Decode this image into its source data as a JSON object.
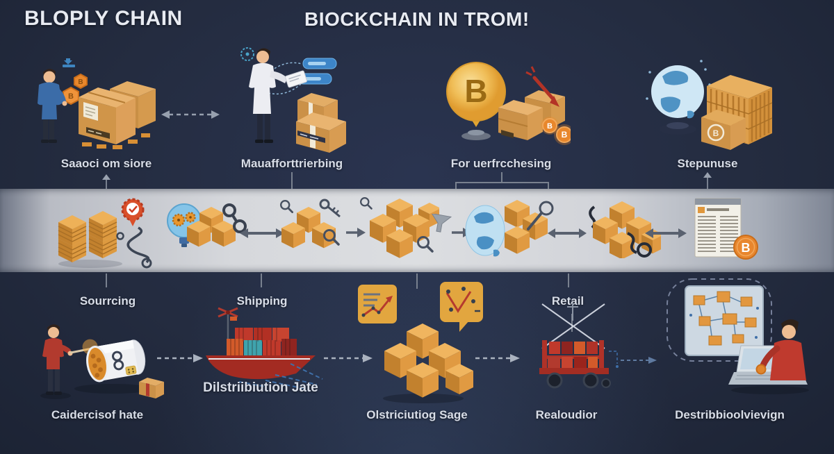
{
  "header": {
    "title_left": "BLOPLY CHAIN",
    "title_center": "BIOCKCHAIN IN TROM!"
  },
  "top_stages": [
    {
      "label": "Saaoci om siore",
      "icon": "supplier-with-boxes-and-bitcoin-hexagons"
    },
    {
      "label": "Mauafforttrierbing",
      "icon": "manufacturing-inspector-with-clipboard"
    },
    {
      "label": "For uerfrcchesing",
      "icon": "bitcoin-balloon-with-parcels"
    },
    {
      "label": "Stepunuse",
      "icon": "globe-with-crate-wall"
    }
  ],
  "process_labels": [
    {
      "label": "Sourrcing"
    },
    {
      "label": "Shipping"
    },
    {
      "label": "Retail"
    }
  ],
  "bottom_stages": [
    {
      "label": "Caidercisof hate",
      "icon": "worker-with-honeycomb-pot"
    },
    {
      "label": "Dilstriibiution Jate",
      "icon": "container-cargo-ship"
    },
    {
      "label": "Olstriciutiog Sage",
      "icon": "parcel-cluster-with-analytics"
    },
    {
      "label": "Realoudior",
      "icon": "retail-stock-cart"
    },
    {
      "label": "Destribbioolvievign",
      "icon": "operator-laptop-flowchart"
    }
  ],
  "band_icons": [
    "crate-stacks",
    "route-pin-gear",
    "idea-bulb-gears",
    "parcel-cubes",
    "chain-link",
    "compare-arrow",
    "inspection-cubes-key",
    "flow-arrow",
    "verified-cubes-magnifier",
    "funnel",
    "flow-arrow",
    "global-cubes-magnifier",
    "compare-arrow",
    "linked-cubes-chain",
    "compare-arrow",
    "ledger-document-bitcoin"
  ],
  "symbols": {
    "bitcoin": "B"
  },
  "colors": {
    "background": "#242c40",
    "band_light": "#dcdee1",
    "box_orange": "#d99c43",
    "bitcoin_orange": "#e8862d",
    "accent_blue": "#3d85c8",
    "accent_red": "#b43328",
    "label_text": "#d8dde7"
  }
}
